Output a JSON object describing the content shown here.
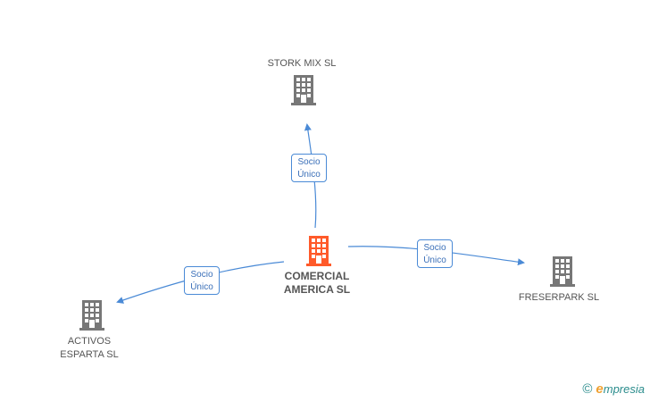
{
  "colors": {
    "accent": "#ff5a2a",
    "node": "#777777",
    "edge": "#4a8ad6"
  },
  "center": {
    "line1": "COMERCIAL",
    "line2": "AMERICA SL"
  },
  "nodes": {
    "top": {
      "line1": "STORK MIX SL"
    },
    "right": {
      "line1": "FRESERPARK SL"
    },
    "left": {
      "line1": "ACTIVOS",
      "line2": "ESPARTA SL"
    }
  },
  "edges": {
    "top": {
      "line1": "Socio",
      "line2": "Único"
    },
    "right": {
      "line1": "Socio",
      "line2": "Único"
    },
    "left": {
      "line1": "Socio",
      "line2": "Único"
    }
  },
  "footer": {
    "symbol": "©",
    "brand_initial": "e",
    "brand_rest": "mpresia"
  }
}
